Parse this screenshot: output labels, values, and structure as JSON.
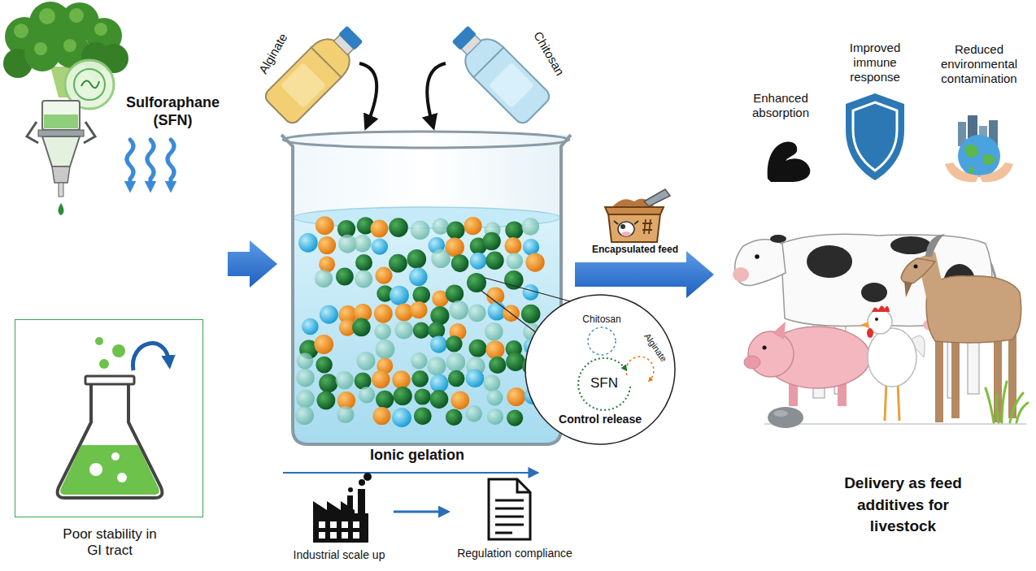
{
  "diagram": {
    "nodes": [
      {
        "text": [
          "Sulforaphane (SFN)"
        ]
      },
      {
        "text": [
          "Poor stability in GI tract"
        ]
      },
      {
        "text": [
          "Alginate"
        ]
      },
      {
        "text": [
          "Chitosan"
        ]
      },
      {
        "text": [
          "Ionic gelation"
        ]
      },
      {
        "text": [
          "Chitosan",
          "Alginate",
          "SFN",
          "Control release"
        ]
      },
      {
        "text": [
          "Industrial scale up"
        ]
      },
      {
        "text": [
          "Regulation compliance"
        ]
      },
      {
        "text": [
          "Encapsulated feed"
        ]
      },
      {
        "text": [
          "Enhanced absorption"
        ]
      },
      {
        "text": [
          "Improved immune response"
        ]
      },
      {
        "text": [
          "Reduced environmental contamination"
        ]
      },
      {
        "text": [
          "Delivery as feed additives for livestock"
        ]
      }
    ],
    "edges": [
      {
        "from": 0,
        "to": 4,
        "arrow": "to"
      },
      {
        "from": 2,
        "to": 4,
        "arrow": "to"
      },
      {
        "from": 3,
        "to": 4,
        "arrow": "to"
      },
      {
        "from": 6,
        "to": 7,
        "arrow": "to"
      },
      {
        "from": 4,
        "to": 12,
        "arrow": "to"
      }
    ]
  }
}
